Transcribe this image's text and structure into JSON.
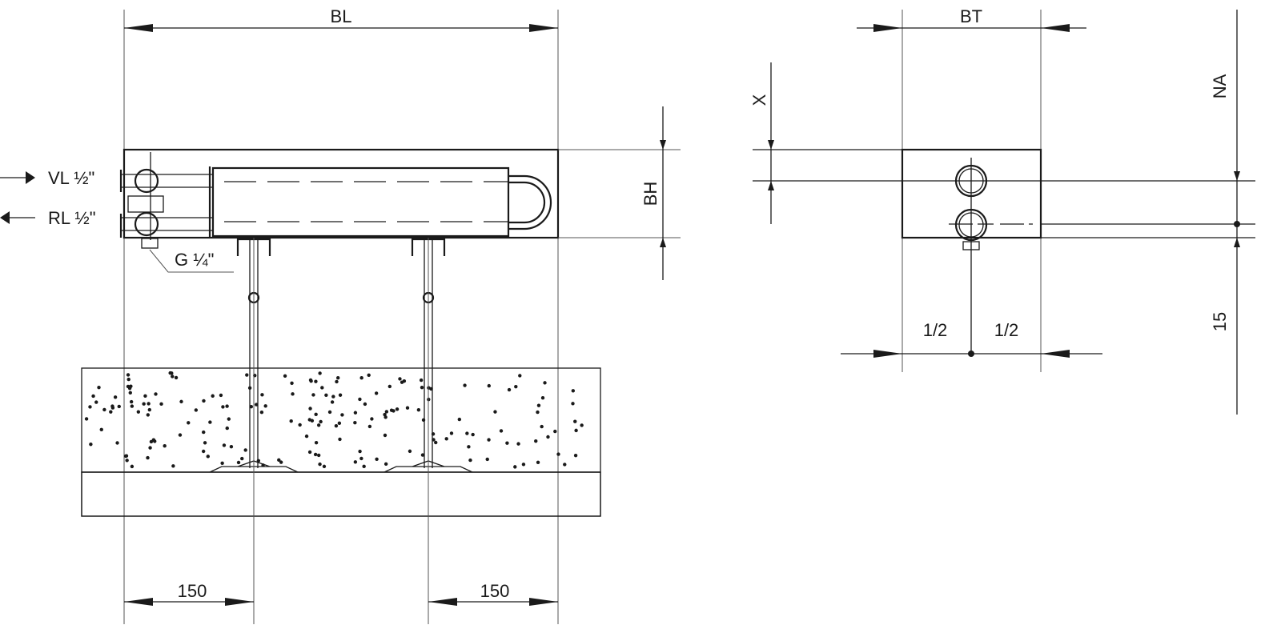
{
  "front_view": {
    "width_label": "BL",
    "height_label": "BH",
    "supply_label": "VL ½\"",
    "return_label": "RL ½\"",
    "vent_label": "G ¼\"",
    "left_offset_label": "150",
    "right_offset_label": "150"
  },
  "side_view": {
    "depth_label": "BT",
    "x_label": "X",
    "na_label": "NA",
    "bottom_label": "15",
    "half_left_label": "1/2",
    "half_right_label": "1/2"
  },
  "colors": {
    "line": "#1a1a1a",
    "background": "#ffffff"
  }
}
